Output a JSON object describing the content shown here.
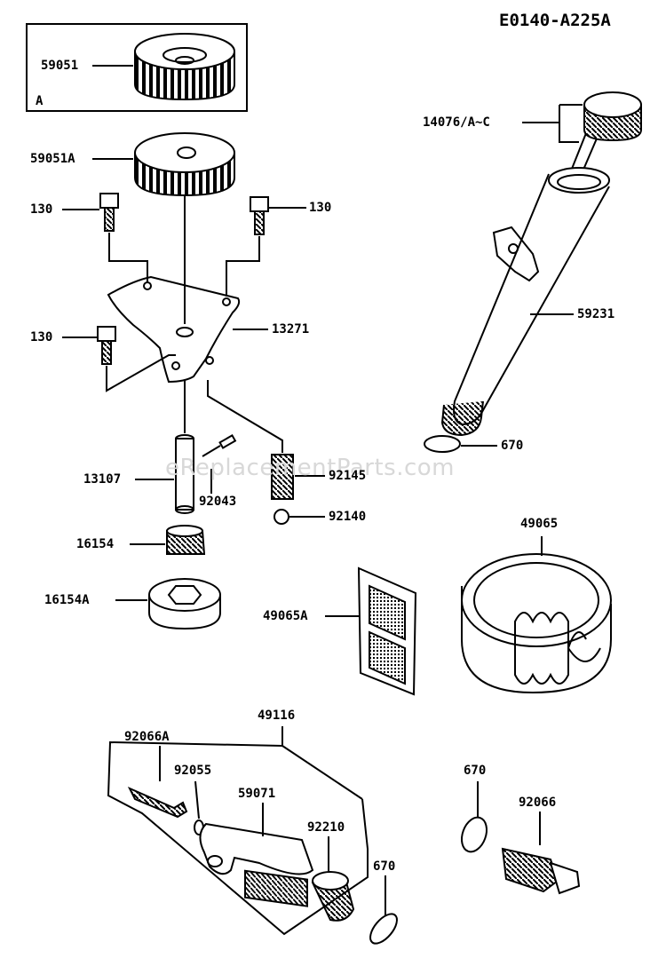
{
  "diagram_code": "E0140-A225A",
  "watermark": "eReplacementParts.com",
  "inset_tag": "A",
  "labels": {
    "gear_inset": "59051",
    "gear": "59051A",
    "bolt_top_left": "130",
    "bolt_top_right": "130",
    "bolt_mid_left": "130",
    "plate": "13271",
    "shaft": "13107",
    "pin": "92043",
    "spring": "92145",
    "ball": "92140",
    "rotor_inner": "16154",
    "rotor_outer": "16154A",
    "screen": "49065A",
    "filter": "49065",
    "dipstick": "14076/A~C",
    "oil_tube": "59231",
    "oring_tube": "670",
    "pipe_assy": "49116",
    "plug_left": "92066A",
    "washer_small": "92055",
    "pipe": "59071",
    "collar": "92210",
    "oring_pipe": "670",
    "oring_plug": "670",
    "drain_plug": "92066"
  }
}
